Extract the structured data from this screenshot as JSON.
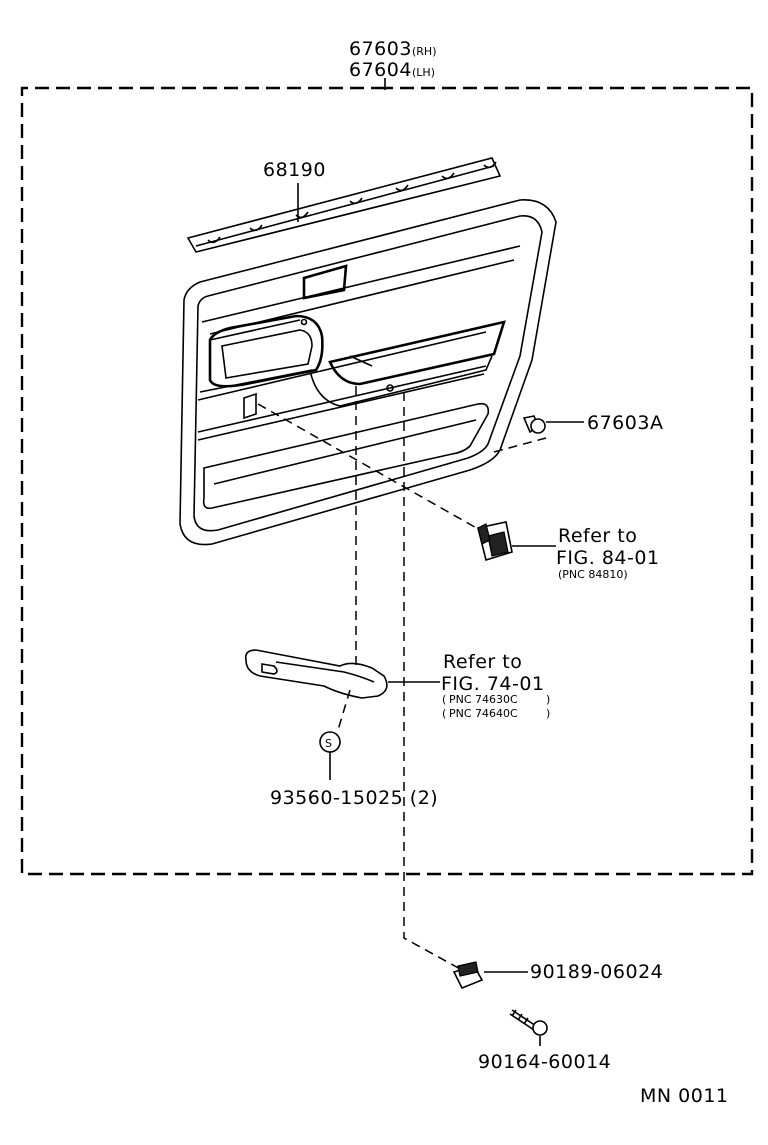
{
  "labels": {
    "trim_board_rh": "67603",
    "trim_board_rh_suffix": "(RH)",
    "trim_board_lh": "67604",
    "trim_board_lh_suffix": "(LH)",
    "weatherstrip": "68190",
    "clip": "67603A",
    "switch_refer": "Refer to",
    "switch_fig": "FIG. 84-01",
    "switch_pnc": "(PNC 84810)",
    "handle_refer": "Refer to",
    "handle_fig": "FIG. 74-01",
    "handle_pnc_1": "PNC 74630C",
    "handle_pnc_2": "PNC 74640C",
    "s_symbol": "S",
    "screw_plug": "93560-15025 (2)",
    "nut": "90189-06024",
    "screw": "90164-60014",
    "figure_code": "MN 0011"
  }
}
